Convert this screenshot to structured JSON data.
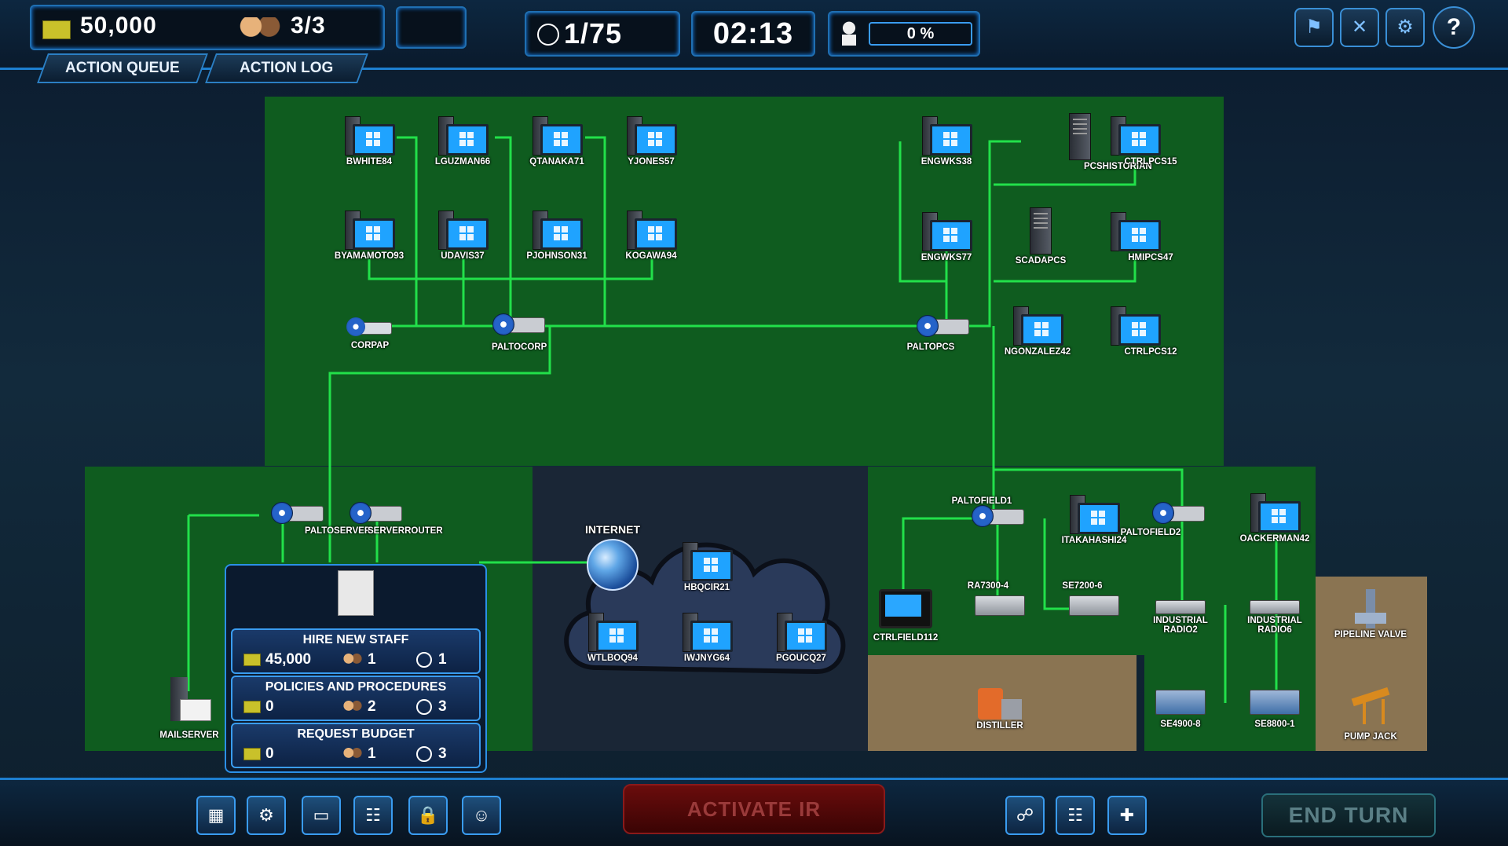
{
  "header": {
    "money": "50,000",
    "staff": "3/3",
    "turn": "1/75",
    "timer": "02:13",
    "threat_percent": "0 %",
    "tabs": [
      "ACTION QUEUE",
      "ACTION LOG"
    ]
  },
  "network": {
    "corp_pcs": [
      "BWHITE84",
      "LGUZMAN66",
      "QTANAKA71",
      "YJONES57",
      "BYAMAMOTO93",
      "UDAVIS37",
      "PJOHNSON31",
      "KOGAWA94"
    ],
    "corpap": "CORPAP",
    "paltocorp": "PALTOCORP",
    "ops": {
      "engwks38": "ENGWKS38",
      "engwks77": "ENGWKS77",
      "pcshistorian": "PCSHISTORIAN",
      "ctrlpcs15": "CTRLPCS15",
      "scadapcs": "SCADAPCS",
      "hmipcs47": "HMIPCS47",
      "paltopcs": "PALTOPCS",
      "ngonzalez42": "NGONZALEZ42",
      "ctrlpcs12": "CTRLPCS12"
    },
    "server_zone": {
      "paltoserver": "PALTOSERVER",
      "serverrouter": "SERVERROUTER",
      "mailserver": "MAILSERVER"
    },
    "internet": {
      "label": "INTERNET",
      "hosts": [
        "HBQCIR21",
        "WTLBOQ94",
        "IWJNYG64",
        "PGOUCQ27"
      ]
    },
    "field": {
      "paltofield1": "PALTOFIELD1",
      "itakahashi24": "ITAKAHASHI24",
      "paltofield2": "PALTOFIELD2",
      "oackerman42": "OACKERMAN42",
      "ctrlfield112": "CTRLFIELD112",
      "ra7300": "RA7300-4",
      "se7200": "SE7200-6",
      "radio2": "INDUSTRIAL RADIO2",
      "radio6": "INDUSTRIAL RADIO6",
      "pipeline_valve": "PIPELINE VALVE",
      "distiller": "DISTILLER",
      "se4900": "SE4900-8",
      "se8800": "SE8800-1",
      "pump_jack": "PUMP JACK"
    }
  },
  "staff_panel": {
    "cards": [
      {
        "title": "HIRE NEW STAFF",
        "cost": "45,000",
        "staff": "1",
        "turns": "1"
      },
      {
        "title": "POLICIES AND PROCEDURES",
        "cost": "0",
        "staff": "2",
        "turns": "3"
      },
      {
        "title": "REQUEST BUDGET",
        "cost": "0",
        "staff": "1",
        "turns": "3"
      }
    ]
  },
  "footer": {
    "activate_label": "ACTIVATE IR",
    "end_turn_label": "END TURN"
  },
  "colors": {
    "zone_green": "#0f5c1f",
    "link_green": "#22e04a",
    "accent_blue": "#2b8fe6"
  }
}
